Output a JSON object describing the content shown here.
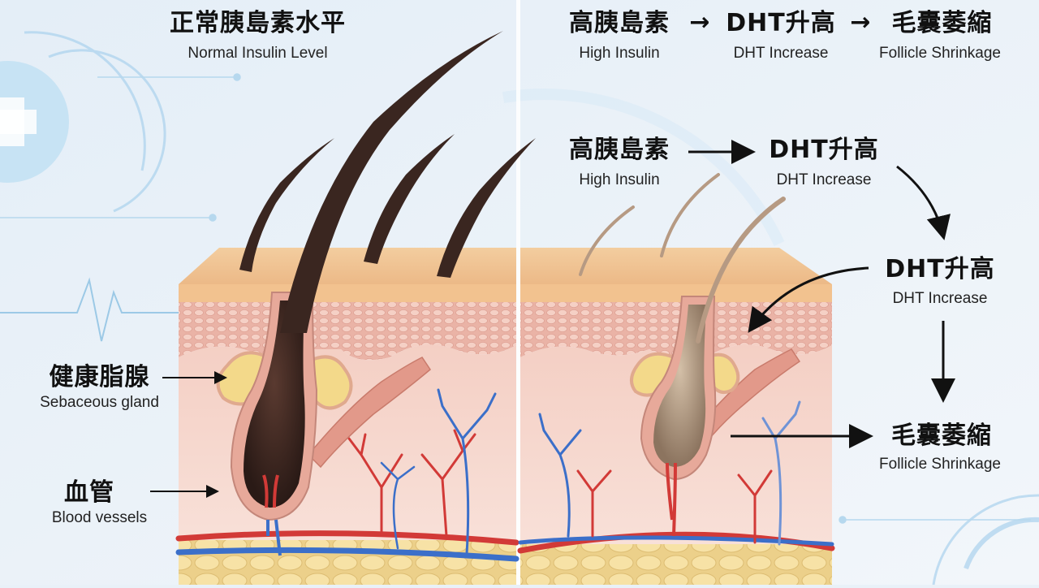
{
  "left_panel": {
    "title_zh": "正常胰島素水平",
    "title_en": "Normal Insulin Level",
    "sebaceous_zh": "健康脂腺",
    "sebaceous_en": "Sebaceous gland",
    "blood_zh": "血管",
    "blood_en": "Blood vessels"
  },
  "right_panel": {
    "header": {
      "step1_zh": "高胰島素",
      "step1_en": "High Insulin",
      "step2_zh": "DHT升高",
      "step2_en": "DHT Increase",
      "step3_zh": "毛囊萎縮",
      "step3_en": "Follicle Shrinkage",
      "arrow_glyph": "→"
    },
    "flow": {
      "insulin_zh": "高胰島素",
      "insulin_en": "High Insulin",
      "dht1_zh": "DHT升高",
      "dht1_en": "DHT Increase",
      "dht2_zh": "DHT升高",
      "dht2_en": "DHT Increase",
      "shrink_zh": "毛囊萎縮",
      "shrink_en": "Follicle Shrinkage"
    }
  },
  "colors": {
    "background": "#e9f1f8",
    "epidermis": "#f0c79a",
    "dermis": "#f6d7cf",
    "fat": "#f3dd9a",
    "healthy_hair": "#3a2620",
    "thin_hair": "#b69a83",
    "artery": "#d23a37",
    "vein": "#3b6fc9",
    "accent_blue": "#9cc9e6"
  }
}
